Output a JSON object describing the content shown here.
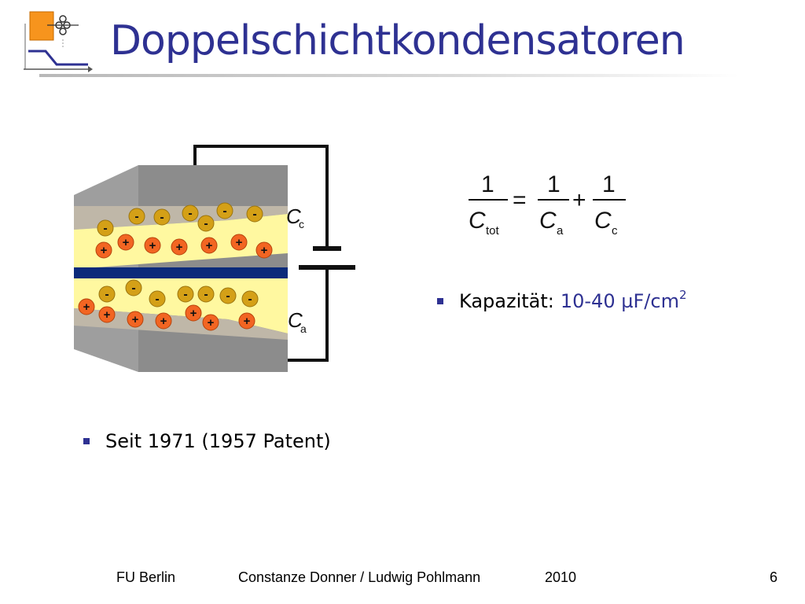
{
  "slide": {
    "title": "Doppelschichtkondensatoren",
    "bullets": [
      {
        "label": "Kapazität:",
        "value": "10-40 µF/cm",
        "superscript": "2"
      },
      {
        "label": "Seit 1971 (1957 Patent)"
      }
    ],
    "formula": {
      "numerators": [
        "1",
        "1",
        "1"
      ],
      "lhs_sub": "tot",
      "rhs1_sub": "a",
      "rhs2_sub": "c",
      "symbol": "C",
      "equals": "=",
      "plus": "+"
    },
    "diagram": {
      "label_c": "C",
      "label_c_sub": "c",
      "label_a": "C",
      "label_a_sub": "a",
      "minus_sign": "-",
      "plus_sign": "+"
    },
    "footer": {
      "institution": "FU Berlin",
      "authors": "Constanze Donner / Ludwig Pohlmann",
      "year": "2010",
      "page": "6"
    },
    "colors": {
      "title": "#2e3192",
      "accent_value": "#2e3192",
      "electrolyte": "#fff8a0",
      "separator": "#0b2a7a",
      "anion": "#d4a017",
      "cation": "#f26522",
      "logo_orange": "#f7941d"
    }
  }
}
